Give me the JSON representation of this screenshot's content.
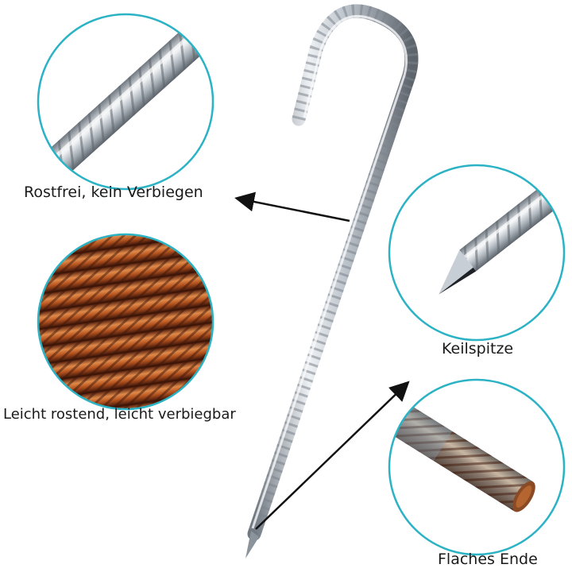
{
  "labels": {
    "rostfrei": "Rostfrei, kein Verbiegen",
    "leicht_rostend": "Leicht rostend, leicht verbiegbar",
    "keilspitze": "Keilspitze",
    "flaches_ende": "Flaches Ende"
  },
  "colors": {
    "circle_border": "#2bb3c5",
    "steel_light": "#eef1f4",
    "steel_mid": "#b9c0c8",
    "steel_dark": "#6f7780",
    "rust_dark": "#5a2410",
    "rust_mid": "#b4531f",
    "rust_light": "#e08a4a",
    "arrow": "#111111"
  }
}
